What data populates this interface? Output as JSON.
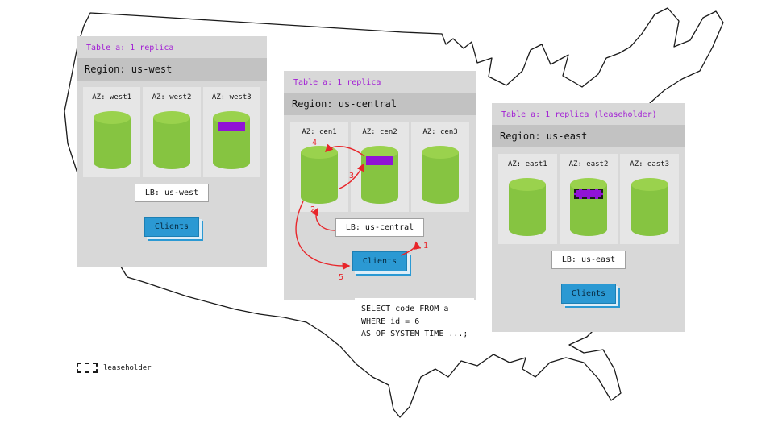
{
  "panels": {
    "west": {
      "table_label": "Table a: 1 replica",
      "region_label": "Region: us-west",
      "azs": [
        {
          "label": "AZ: west1",
          "has_range": false
        },
        {
          "label": "AZ: west2",
          "has_range": false
        },
        {
          "label": "AZ: west3",
          "has_range": true
        }
      ],
      "lb_label": "LB: us-west",
      "clients_label": "Clients"
    },
    "central": {
      "table_label": "Table a: 1 replica",
      "region_label": "Region: us-central",
      "azs": [
        {
          "label": "AZ: cen1",
          "has_range": false
        },
        {
          "label": "AZ: cen2",
          "has_range": true
        },
        {
          "label": "AZ: cen3",
          "has_range": false
        }
      ],
      "lb_label": "LB: us-central",
      "clients_label": "Clients"
    },
    "east": {
      "table_label": "Table a: 1 replica (leaseholder)",
      "region_label": "Region: us-east",
      "azs": [
        {
          "label": "AZ: east1",
          "has_range": false
        },
        {
          "label": "AZ: east2",
          "has_range": true,
          "leaseholder": true
        },
        {
          "label": "AZ: east3",
          "has_range": false
        }
      ],
      "lb_label": "LB: us-east",
      "clients_label": "Clients"
    }
  },
  "flow_steps": [
    "1",
    "2",
    "3",
    "4",
    "5"
  ],
  "query": {
    "lines": [
      "SELECT code FROM a",
      "WHERE id = 6",
      "AS OF SYSTEM TIME ...;"
    ]
  },
  "legend": {
    "label": "leaseholder"
  },
  "colors": {
    "replica_green": "#86c441",
    "range_purple": "#9013d6",
    "table_label_purple": "#a21fd4",
    "arrow_red": "#e8252a",
    "clients_blue": "#2b99d3",
    "panel_gray": "#d8d8d8",
    "region_band_gray": "#c2c2c2"
  }
}
